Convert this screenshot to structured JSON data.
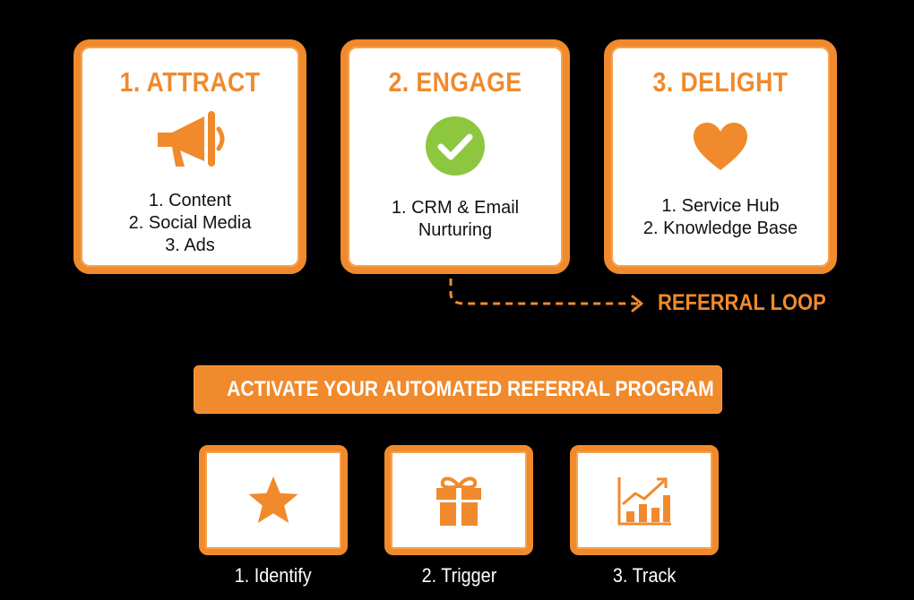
{
  "colors": {
    "accent": "#f08a2c",
    "check": "#8dc63f",
    "background": "#000000",
    "card": "#ffffff"
  },
  "stages": [
    {
      "title": "1. ATTRACT",
      "icon": "megaphone-icon",
      "items": [
        "1. Content",
        "2. Social Media",
        "3. Ads"
      ]
    },
    {
      "title": "2. ENGAGE",
      "icon": "checkmark-icon",
      "items": [
        "1. CRM & Email",
        "Nurturing"
      ]
    },
    {
      "title": "3. DELIGHT",
      "icon": "heart-icon",
      "items": [
        "1. Service Hub",
        "2. Knowledge Base"
      ]
    }
  ],
  "loop": {
    "label": "REFERRAL LOOP",
    "icon": "dashed-arrow-icon"
  },
  "cta": {
    "label": "ACTIVATE YOUR AUTOMATED REFERRAL PROGRAM"
  },
  "steps": [
    {
      "label": "1. Identify",
      "icon": "star-icon"
    },
    {
      "label": "2. Trigger",
      "icon": "gift-icon"
    },
    {
      "label": "3. Track",
      "icon": "growth-chart-icon"
    }
  ]
}
